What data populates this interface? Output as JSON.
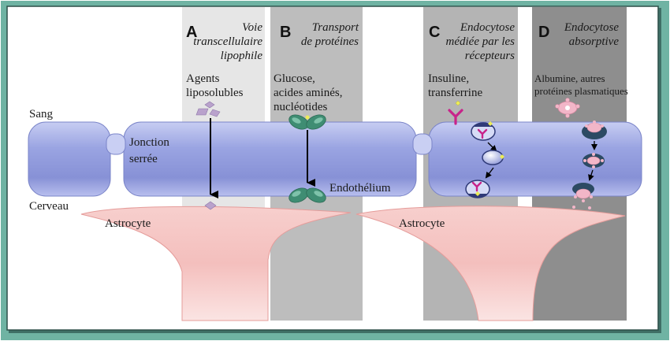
{
  "labels": {
    "blood": "Sang",
    "brain": "Cerveau",
    "tight_junction_line1": "Jonction",
    "tight_junction_line2": "serrée",
    "endothelium": "Endothélium",
    "astrocyte_left": "Astrocyte",
    "astrocyte_right": "Astrocyte"
  },
  "panels": [
    {
      "letter": "A",
      "title_lines": [
        "Voie",
        "transcellulaire",
        "lipophile"
      ],
      "molecule_lines": [
        "Agents",
        "liposolubles"
      ]
    },
    {
      "letter": "B",
      "title_lines": [
        "Transport",
        "de protéines"
      ],
      "molecule_lines": [
        "Glucose,",
        "acides aminés,",
        "nucléotides"
      ]
    },
    {
      "letter": "C",
      "title_lines": [
        "Endocytose",
        "médiée par les",
        "récepteurs"
      ],
      "molecule_lines": [
        "Insuline,",
        "transferrine"
      ]
    },
    {
      "letter": "D",
      "title_lines": [
        "Endocytose",
        "absorptive"
      ],
      "molecule_lines": [
        "Albumine, autres",
        "protéines plasmatiques"
      ]
    }
  ],
  "colors": {
    "frame": "#6fb3a3",
    "endothelium": "#8b96d8",
    "astrocyte": "#f2b8b6",
    "receptor": "#c8238a",
    "transporter": "#3f8d73",
    "lipid_molecule": "#b9a2cc",
    "albumin": "#f2b6c8"
  }
}
